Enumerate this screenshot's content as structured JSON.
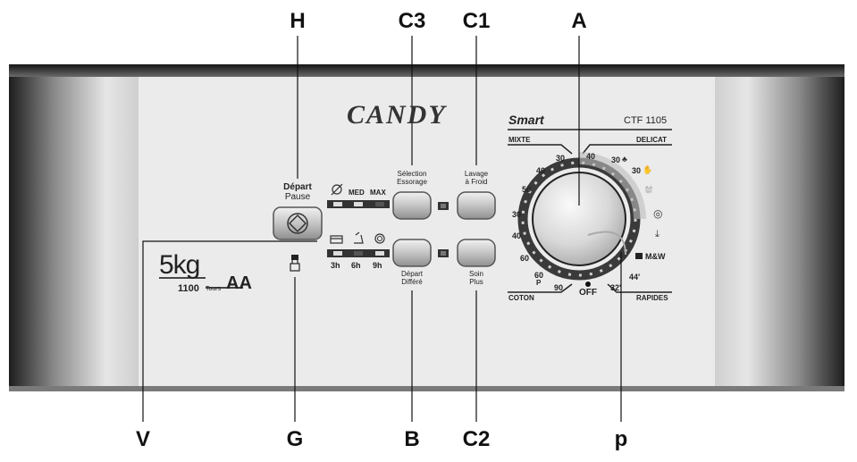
{
  "callouts": {
    "H": "H",
    "C3": "C3",
    "C1": "C1",
    "A": "A",
    "V": "V",
    "G": "G",
    "B": "B",
    "C2": "C2",
    "p": "p"
  },
  "brand": "CANDY",
  "model": {
    "series": "Smart",
    "code": "CTF 1105"
  },
  "capacity": {
    "weight": "5kg",
    "speed": "1100",
    "speed_unit": "Tours",
    "rating": "AA"
  },
  "buttons": {
    "start_pause": [
      "Départ",
      "Pause"
    ],
    "spin_select": [
      "Sélection",
      "Essorage"
    ],
    "cold_wash": [
      "Lavage",
      "à Froid"
    ],
    "delay_start": [
      "Départ",
      "Différé"
    ],
    "extra_care": [
      "Soin",
      "Plus"
    ]
  },
  "spin_leds": {
    "med": "MED",
    "max": "MAX"
  },
  "delay_leds": [
    "3h",
    "6h",
    "9h"
  ],
  "dial": {
    "groups": {
      "mixte": "MIXTE",
      "delicat": "DELICAT",
      "coton": "COTON",
      "rapides": "RAPIDES"
    },
    "off": "OFF",
    "mixte_temps": [
      "30",
      "40",
      "50"
    ],
    "coton_temps": [
      "30",
      "40",
      "60",
      "60",
      "P",
      "90"
    ],
    "delicat_temps": [
      "40",
      "30",
      "30"
    ],
    "rapides": [
      "M&W",
      "44'",
      "32'"
    ]
  },
  "colors": {
    "panel": "#ebebeb",
    "ring": "#3a3a3a",
    "button": "#c4c4c4",
    "ink": "#111111"
  }
}
